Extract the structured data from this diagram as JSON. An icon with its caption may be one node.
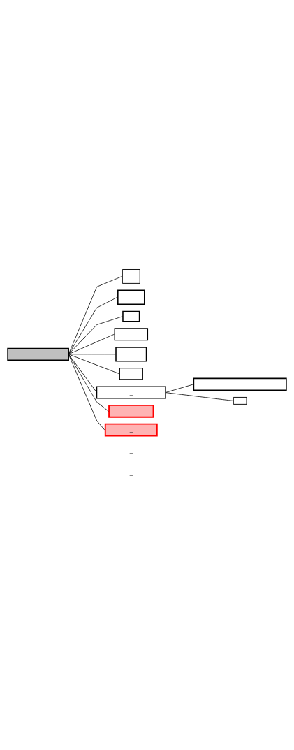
{
  "diagram": {
    "nodes": [
      {
        "text": [],
        "shape": "box"
      },
      {
        "text": [],
        "shape": "box"
      },
      {
        "text": [],
        "shape": "box"
      },
      {
        "text": [],
        "shape": "box"
      },
      {
        "text": [],
        "shape": "box"
      },
      {
        "text": [],
        "shape": "box"
      },
      {
        "text": [],
        "shape": "box"
      },
      {
        "text": [
          "_"
        ]
      },
      {
        "text": [],
        "shape": "box"
      },
      {
        "text": [],
        "shape": "box"
      },
      {
        "text": [],
        "shape": "box"
      },
      {
        "text": [
          "_"
        ]
      }
    ],
    "edges": [
      {
        "from": 0,
        "to": 1,
        "arrow": "none"
      },
      {
        "from": 0,
        "to": 2,
        "arrow": "none"
      },
      {
        "from": 0,
        "to": 3,
        "arrow": "none"
      },
      {
        "from": 0,
        "to": 4,
        "arrow": "none"
      },
      {
        "from": 0,
        "to": 5,
        "arrow": "none"
      },
      {
        "from": 0,
        "to": 6,
        "arrow": "none"
      },
      {
        "from": 0,
        "to": 7,
        "arrow": "none"
      },
      {
        "from": 7,
        "to": 8,
        "arrow": "none"
      },
      {
        "from": 7,
        "to": 9,
        "arrow": "none"
      },
      {
        "from": 0,
        "to": 10,
        "arrow": "none"
      },
      {
        "from": 0,
        "to": 11,
        "arrow": "none"
      }
    ],
    "labels": [
      "_",
      "_"
    ]
  }
}
